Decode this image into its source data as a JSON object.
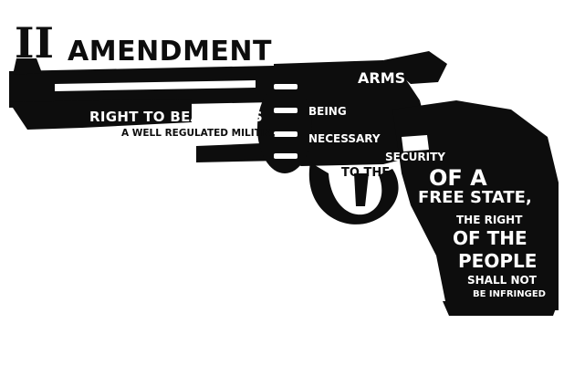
{
  "poster": {
    "numeral": "II",
    "amendment": "AMENDMENT",
    "arms": "ARMS",
    "right_to_bear": "RIGHT TO BEAR ARMS",
    "militia": "A WELL REGULATED MILITIA,",
    "being": "BEING",
    "necessary": "NECESSARY",
    "security": "SECURITY",
    "to_the": "TO THE",
    "of_a": "OF A",
    "free_state": "FREE STATE,",
    "the_right": "THE RIGHT",
    "of_the": "OF THE",
    "people": "PEOPLE",
    "shall_not": "SHALL NOT",
    "be_infringed": "BE INFRINGED"
  },
  "colors": {
    "ink": "#0d0d0d",
    "background": "#ffffff"
  },
  "icons": [
    "revolver-icon"
  ]
}
